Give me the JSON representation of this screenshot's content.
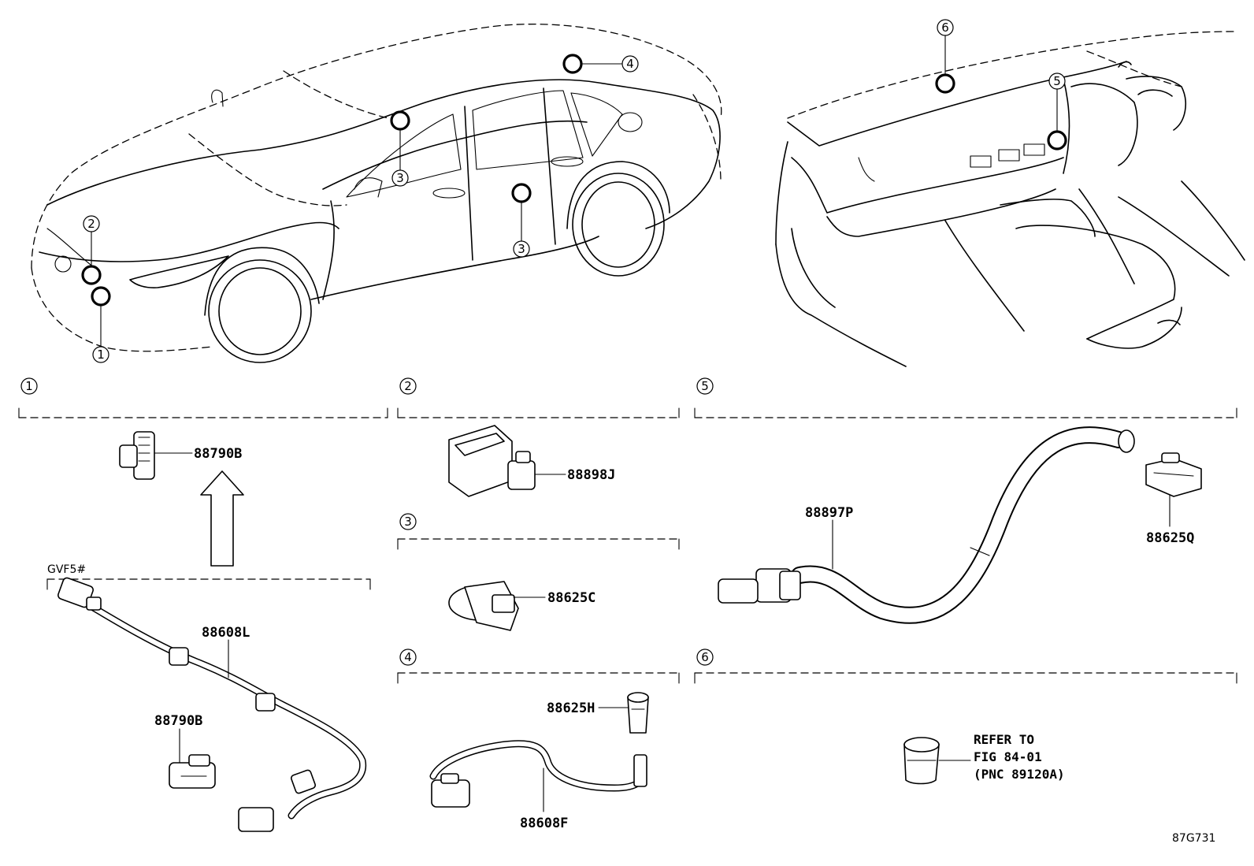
{
  "callouts": [
    "1",
    "2",
    "3",
    "4",
    "5",
    "6"
  ],
  "groups": {
    "g1": {
      "number": "1",
      "variant_label": "GVF5#"
    },
    "g2": {
      "number": "2"
    },
    "g3": {
      "number": "3"
    },
    "g4": {
      "number": "4"
    },
    "g5": {
      "number": "5"
    },
    "g6": {
      "number": "6"
    }
  },
  "parts": {
    "p88790B_top": "88790B",
    "p88608L": "88608L",
    "p88790B_bottom": "88790B",
    "p88898J": "88898J",
    "p88625C": "88625C",
    "p88625H": "88625H",
    "p88608F": "88608F",
    "p88897P": "88897P",
    "p88625Q": "88625Q"
  },
  "refer_note": {
    "line1": "REFER TO",
    "line2": "FIG 84-01",
    "line3": "(PNC 89120A)"
  },
  "figure_code": "87G731"
}
